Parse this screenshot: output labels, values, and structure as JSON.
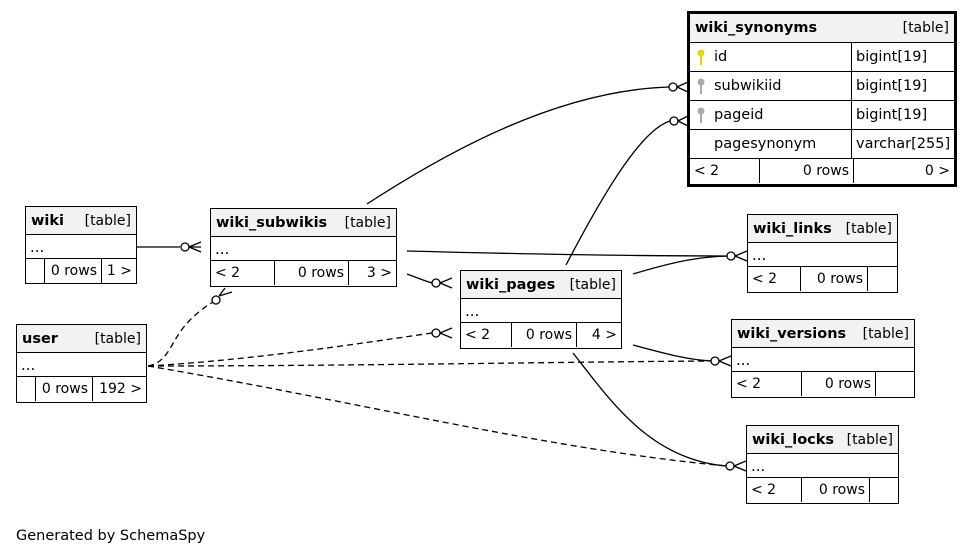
{
  "tables": {
    "wiki_synonyms": {
      "name": "wiki_synonyms",
      "type": "[table]",
      "columns": [
        {
          "name": "id",
          "type": "bigint[19]",
          "key": "primary"
        },
        {
          "name": "subwikiid",
          "type": "bigint[19]",
          "key": "foreign"
        },
        {
          "name": "pageid",
          "type": "bigint[19]",
          "key": "foreign"
        },
        {
          "name": "pagesynonym",
          "type": "varchar[255]",
          "key": "none"
        }
      ],
      "footer": {
        "parents": "< 2",
        "rows": "0 rows",
        "children": "0 >"
      }
    },
    "wiki": {
      "name": "wiki",
      "type": "[table]",
      "body": "...",
      "footer": {
        "parents": "",
        "rows": "0 rows",
        "children": "1 >"
      }
    },
    "wiki_subwikis": {
      "name": "wiki_subwikis",
      "type": "[table]",
      "body": "...",
      "footer": {
        "parents": "< 2",
        "rows": "0 rows",
        "children": "3 >"
      }
    },
    "wiki_links": {
      "name": "wiki_links",
      "type": "[table]",
      "body": "...",
      "footer": {
        "parents": "< 2",
        "rows": "0 rows",
        "children": ""
      }
    },
    "wiki_pages": {
      "name": "wiki_pages",
      "type": "[table]",
      "body": "...",
      "footer": {
        "parents": "< 2",
        "rows": "0 rows",
        "children": "4 >"
      }
    },
    "user": {
      "name": "user",
      "type": "[table]",
      "body": "...",
      "footer": {
        "parents": "",
        "rows": "0 rows",
        "children": "192 >"
      }
    },
    "wiki_versions": {
      "name": "wiki_versions",
      "type": "[table]",
      "body": "...",
      "footer": {
        "parents": "< 2",
        "rows": "0 rows",
        "children": ""
      }
    },
    "wiki_locks": {
      "name": "wiki_locks",
      "type": "[table]",
      "body": "...",
      "footer": {
        "parents": "< 2",
        "rows": "0 rows",
        "children": ""
      }
    }
  },
  "colors": {
    "primary_key": "#e8d400",
    "foreign_key": "#aaaaaa"
  },
  "footer_note": "Generated by SchemaSpy"
}
